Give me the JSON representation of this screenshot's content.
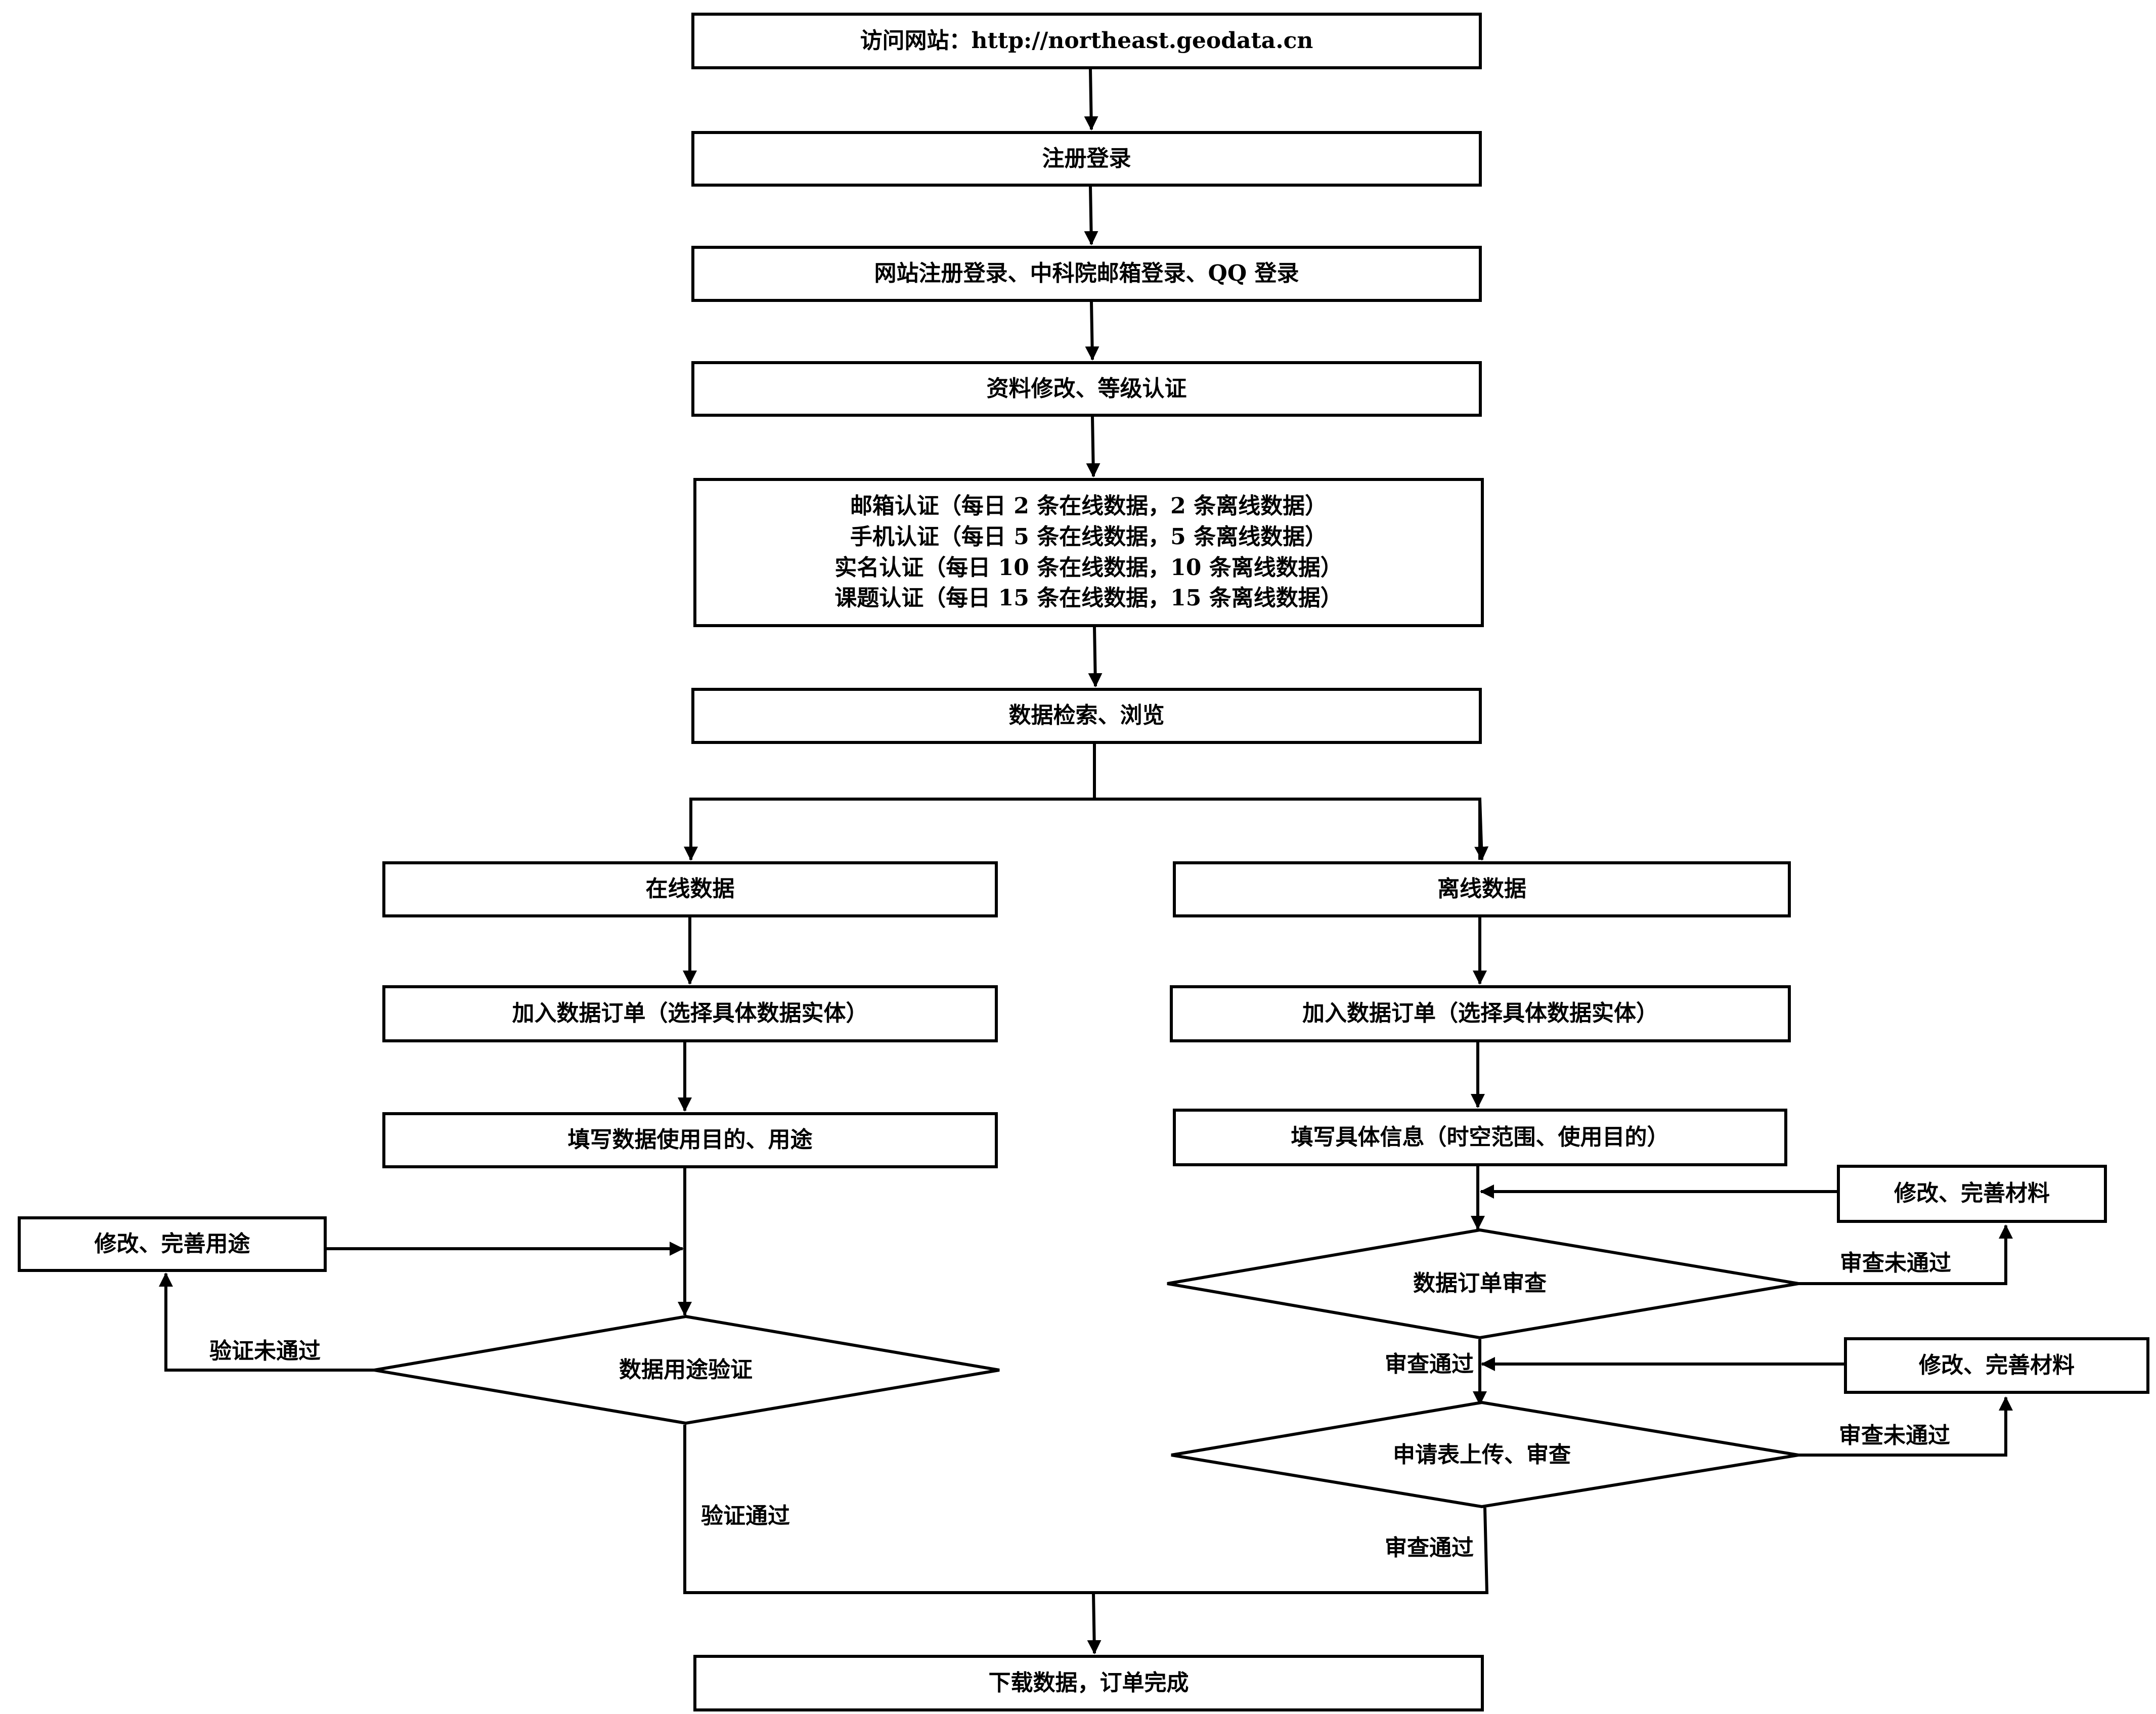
{
  "nodes": {
    "visit": "访问网站：http://northeast.geodata.cn",
    "register": "注册登录",
    "login_methods": "网站注册登录、中科院邮箱登录、QQ 登录",
    "profile": "资料修改、等级认证",
    "levels": [
      "邮箱认证（每日 2 条在线数据，2 条离线数据）",
      "手机认证（每日 5 条在线数据，5 条离线数据）",
      "实名认证（每日 10 条在线数据，10 条离线数据）",
      "课题认证（每日 15 条在线数据，15 条离线数据）"
    ],
    "search": "数据检索、浏览",
    "online": "在线数据",
    "offline": "离线数据",
    "online_order": "加入数据订单（选择具体数据实体）",
    "offline_order": "加入数据订单（选择具体数据实体）",
    "online_purpose": "填写数据使用目的、用途",
    "offline_info": "填写具体信息（时空范围、使用目的）",
    "modify_purpose": "修改、完善用途",
    "purpose_check": "数据用途验证",
    "order_review": "数据订单审查",
    "modify_materials_1": "修改、完善材料",
    "application_review": "申请表上传、审查",
    "modify_materials_2": "修改、完善材料",
    "download": "下载数据，订单完成"
  },
  "edge_labels": {
    "verify_fail": "验证未通过",
    "verify_pass": "验证通过",
    "review_fail_1": "审查未通过",
    "review_pass_1": "审查通过",
    "review_fail_2": "审查未通过",
    "review_pass_2": "审查通过"
  }
}
